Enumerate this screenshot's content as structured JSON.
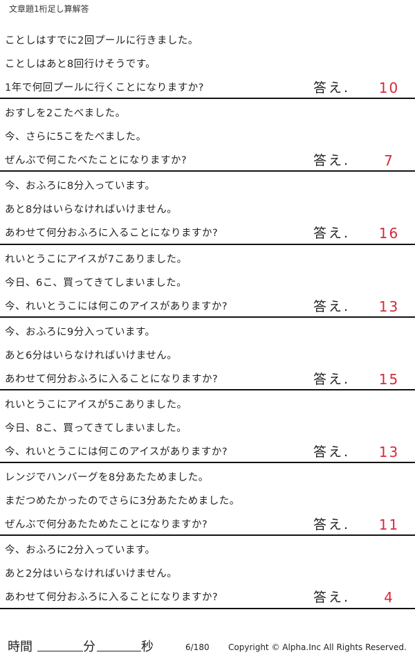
{
  "title": "文章題1桁足し算解答",
  "answer_label": "答え.",
  "problems": [
    {
      "lines": [
        "ことしはすでに2回プールに行きました。",
        "ことしはあと8回行けそうです。",
        "1年で何回プールに行くことになりますか?"
      ],
      "answer": "10"
    },
    {
      "lines": [
        "おすしを2こたべました。",
        "今、さらに5こをたべました。",
        "ぜんぶで何こたべたことになりますか?"
      ],
      "answer": "7"
    },
    {
      "lines": [
        "今、おふろに8分入っています。",
        "あと8分はいらなければいけません。",
        "あわせて何分おふろに入ることになりますか?"
      ],
      "answer": "16"
    },
    {
      "lines": [
        "れいとうこにアイスが7こありました。",
        "今日、6こ、買ってきてしまいました。",
        "今、れいとうこには何このアイスがありますか?"
      ],
      "answer": "13"
    },
    {
      "lines": [
        "今、おふろに9分入っています。",
        "あと6分はいらなければいけません。",
        "あわせて何分おふろに入ることになりますか?"
      ],
      "answer": "15"
    },
    {
      "lines": [
        "れいとうこにアイスが5こありました。",
        "今日、8こ、買ってきてしまいました。",
        "今、れいとうこには何このアイスがありますか?"
      ],
      "answer": "13"
    },
    {
      "lines": [
        "レンジでハンバーグを8分あたためました。",
        "まだつめたかったのでさらに3分あたためました。",
        "ぜんぶで何分あたためたことになりますか?"
      ],
      "answer": "11"
    },
    {
      "lines": [
        "今、おふろに2分入っています。",
        "あと2分はいらなければいけません。",
        "あわせて何分おふろに入ることになりますか?"
      ],
      "answer": "4"
    }
  ],
  "footer": {
    "time_label": "時間",
    "minute_label": "分",
    "second_label": "秒",
    "page": "6/180",
    "copyright": "Copyright ©  Alpha.Inc All Rights Reserved."
  },
  "colors": {
    "answer": "#d8283a"
  }
}
